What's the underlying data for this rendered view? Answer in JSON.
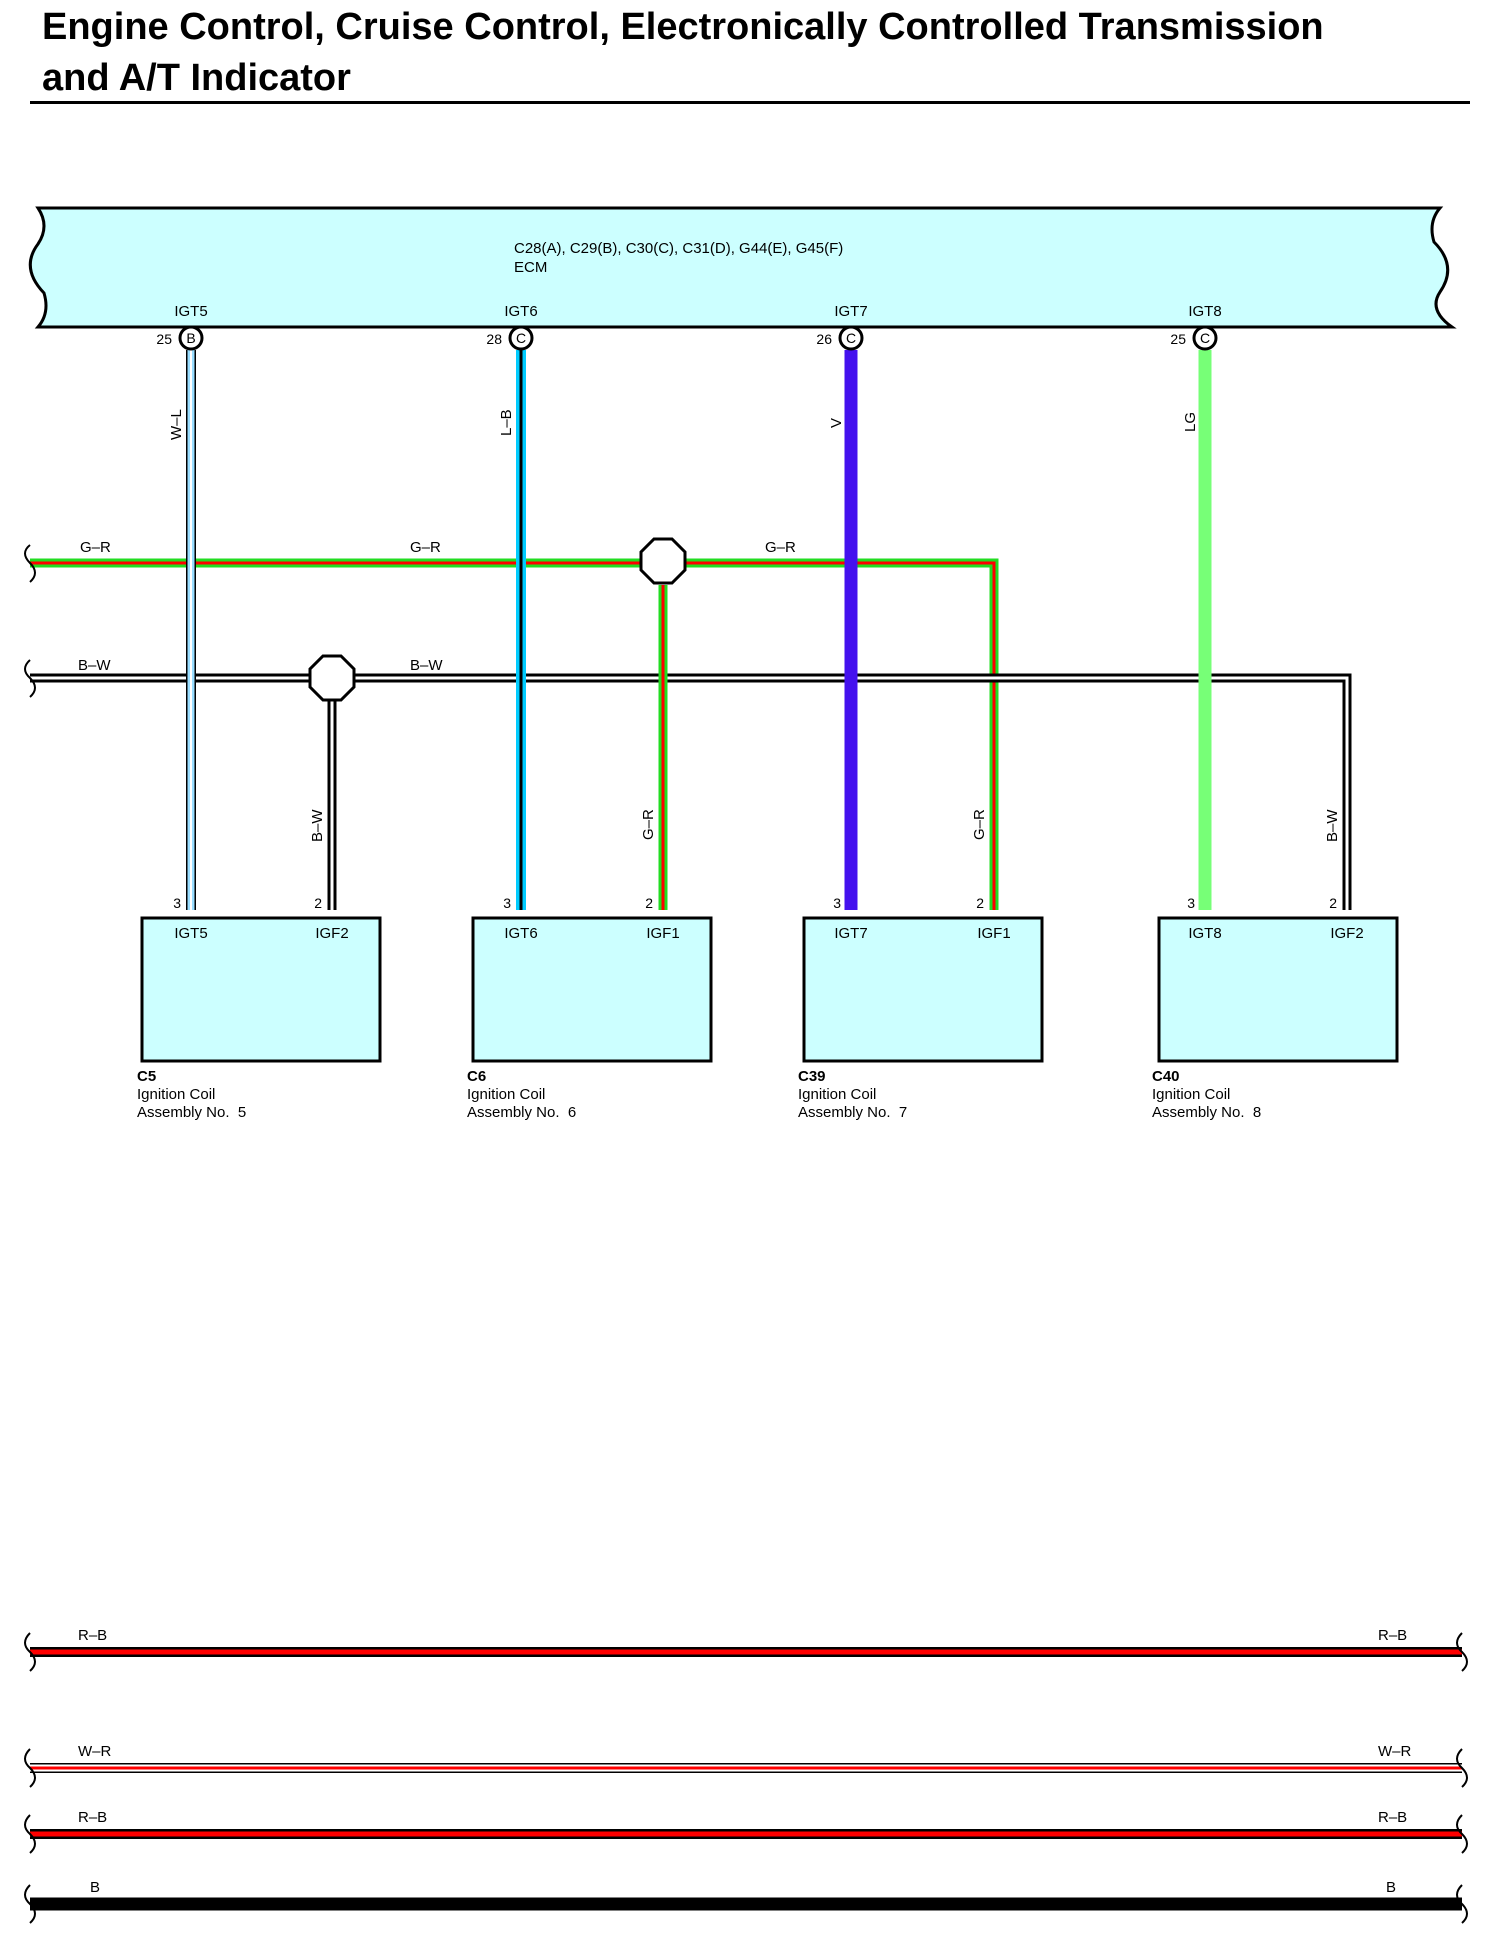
{
  "title": {
    "line1": "Engine Control, Cruise Control, Electronically Controlled Transmission",
    "line2": "and A/T Indicator"
  },
  "ecm": {
    "connectors": "C28(A), C29(B), C30(C), C31(D), G44(E), G45(F)",
    "name": "ECM",
    "terminals": [
      {
        "name": "IGT5",
        "pin": "25",
        "connector": "B"
      },
      {
        "name": "IGT6",
        "pin": "28",
        "connector": "C"
      },
      {
        "name": "IGT7",
        "pin": "26",
        "connector": "C"
      },
      {
        "name": "IGT8",
        "pin": "25",
        "connector": "C"
      }
    ]
  },
  "wires": {
    "igt_colors": [
      "W–L",
      "L–B",
      "V",
      "LG"
    ],
    "gr_bus": "G–R",
    "bw_bus": "B–W",
    "gr_drop": "G–R",
    "bw_drop": "B–W"
  },
  "coils": [
    {
      "id": "C5",
      "name": "Ignition Coil",
      "assembly": "Assembly No.  5",
      "pin_left": "3",
      "pin_right": "2",
      "term_left": "IGT5",
      "term_right": "IGF2"
    },
    {
      "id": "C6",
      "name": "Ignition Coil",
      "assembly": "Assembly No.  6",
      "pin_left": "3",
      "pin_right": "2",
      "term_left": "IGT6",
      "term_right": "IGF1"
    },
    {
      "id": "C39",
      "name": "Ignition Coil",
      "assembly": "Assembly No.  7",
      "pin_left": "3",
      "pin_right": "2",
      "term_left": "IGT7",
      "term_right": "IGF1"
    },
    {
      "id": "C40",
      "name": "Ignition Coil",
      "assembly": "Assembly No.  8",
      "pin_left": "3",
      "pin_right": "2",
      "term_left": "IGT8",
      "term_right": "IGF2"
    }
  ],
  "pass_through": [
    {
      "label": "R–B"
    },
    {
      "label": "W–R"
    },
    {
      "label": "R–B"
    },
    {
      "label": "B"
    }
  ],
  "colors": {
    "ecm_fill": "#ccffff",
    "W-L": "#99ddff",
    "L-B": "#00ccff",
    "V": "#4411ee",
    "LG": "#77ff77",
    "G": "#22dd22",
    "R": "#ff0000",
    "B": "#000000",
    "W": "#ffffff"
  }
}
